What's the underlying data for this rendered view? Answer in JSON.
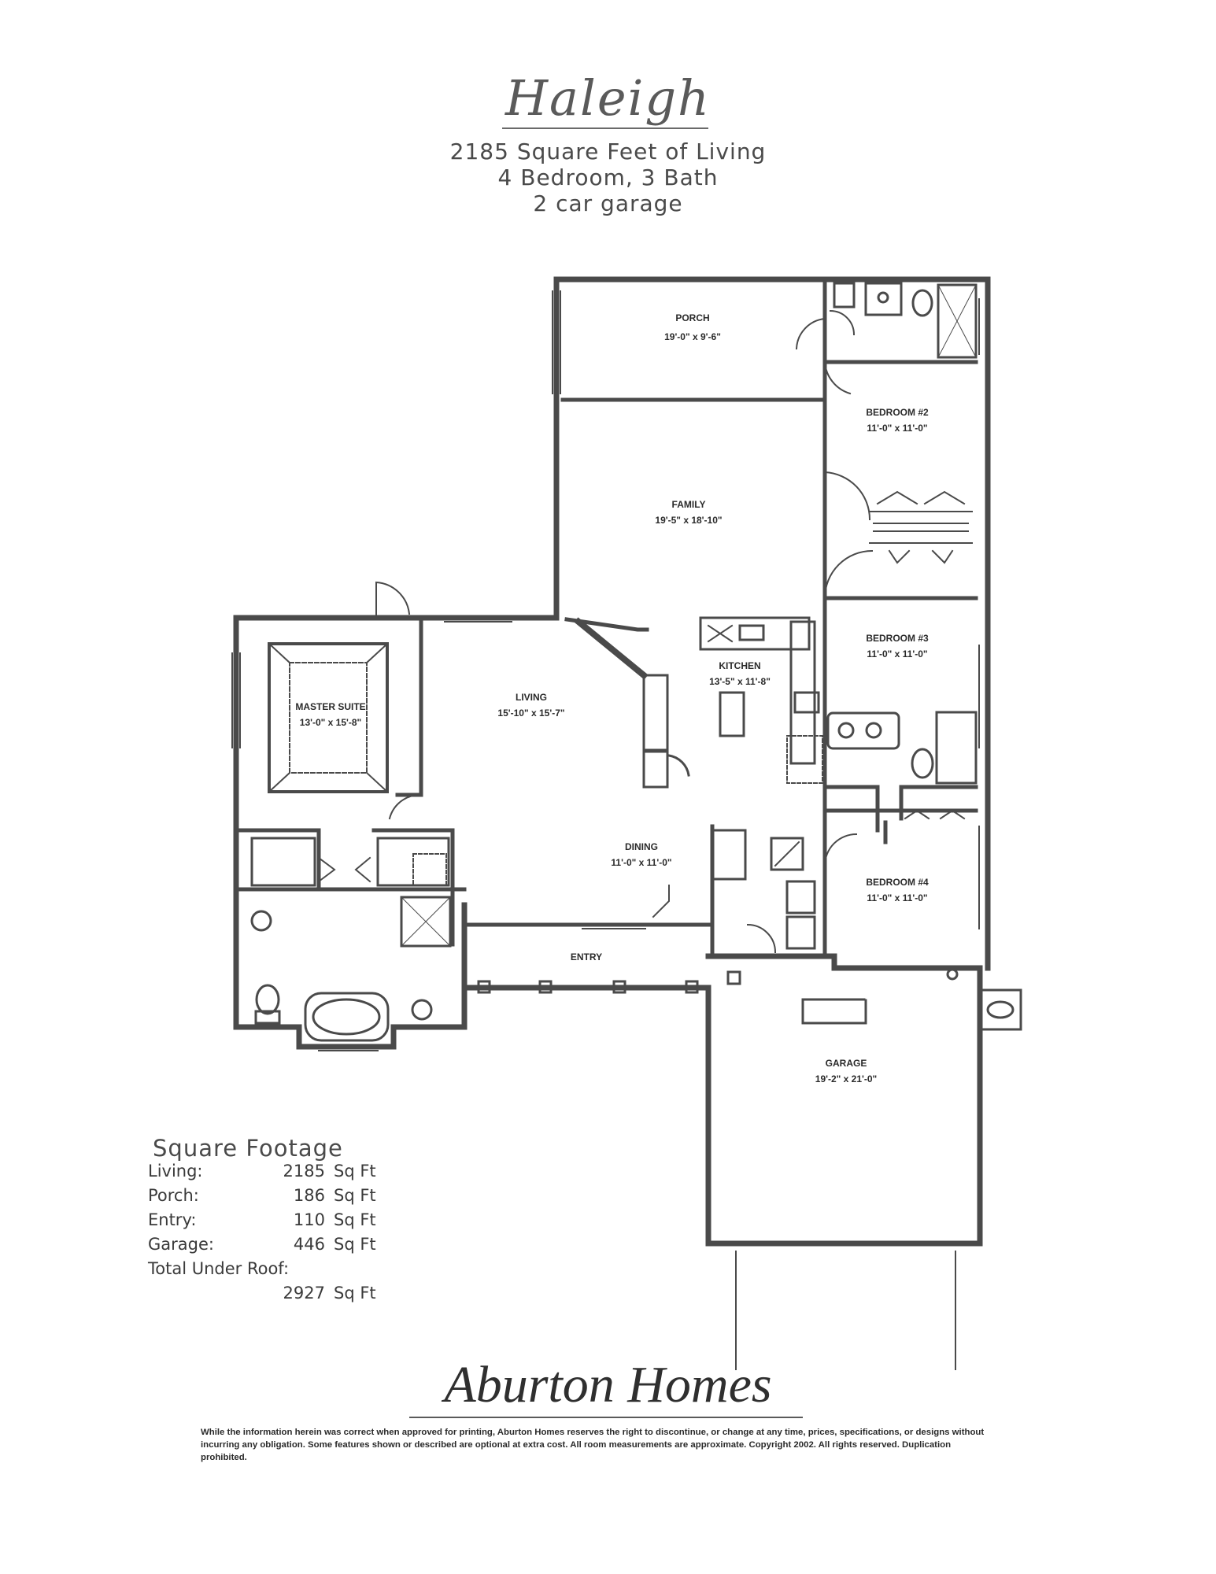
{
  "header": {
    "title": "Haleigh",
    "living_line": "2185 Square Feet of Living",
    "bed_bath_line": "4 Bedroom, 3 Bath",
    "garage_line": "2 car garage"
  },
  "rooms": [
    {
      "name": "PORCH",
      "dims": "19'-0\" x 9'-6\""
    },
    {
      "name": "FAMILY",
      "dims": "19'-5\" x 18'-10\""
    },
    {
      "name": "BEDROOM #2",
      "dims": "11'-0\" x 11'-0\""
    },
    {
      "name": "BEDROOM #3",
      "dims": "11'-0\" x 11'-0\""
    },
    {
      "name": "KITCHEN",
      "dims": "13'-5\" x 11'-8\""
    },
    {
      "name": "LIVING",
      "dims": "15'-10\" x 15'-7\""
    },
    {
      "name": "MASTER SUITE",
      "dims": "13'-0\" x 15'-8\""
    },
    {
      "name": "DINING",
      "dims": "11'-0\" x 11'-0\""
    },
    {
      "name": "BEDROOM #4",
      "dims": "11'-0\" x 11'-0\""
    },
    {
      "name": "ENTRY",
      "dims": ""
    },
    {
      "name": "GARAGE",
      "dims": "19'-2\" x 21'-0\""
    }
  ],
  "square_footage": {
    "title": "Square Footage",
    "rows": [
      {
        "label": "Living:",
        "value": "2185",
        "unit": "Sq Ft"
      },
      {
        "label": "Porch:",
        "value": "186",
        "unit": "Sq Ft"
      },
      {
        "label": "Entry:",
        "value": "110",
        "unit": "Sq Ft"
      },
      {
        "label": "Garage:",
        "value": "446",
        "unit": "Sq Ft"
      }
    ],
    "total_label": "Total Under Roof:",
    "total_value": "2927",
    "total_unit": "Sq Ft"
  },
  "brand": "Aburton Homes",
  "disclaimer": "While the information herein was correct when approved for printing, Aburton Homes reserves the right to discontinue, or change at any time, prices, specifications, or designs without incurring any obligation. Some features shown or described are optional at extra cost. All room measurements are approximate. Copyright 2002. All rights reserved. Duplication prohibited."
}
